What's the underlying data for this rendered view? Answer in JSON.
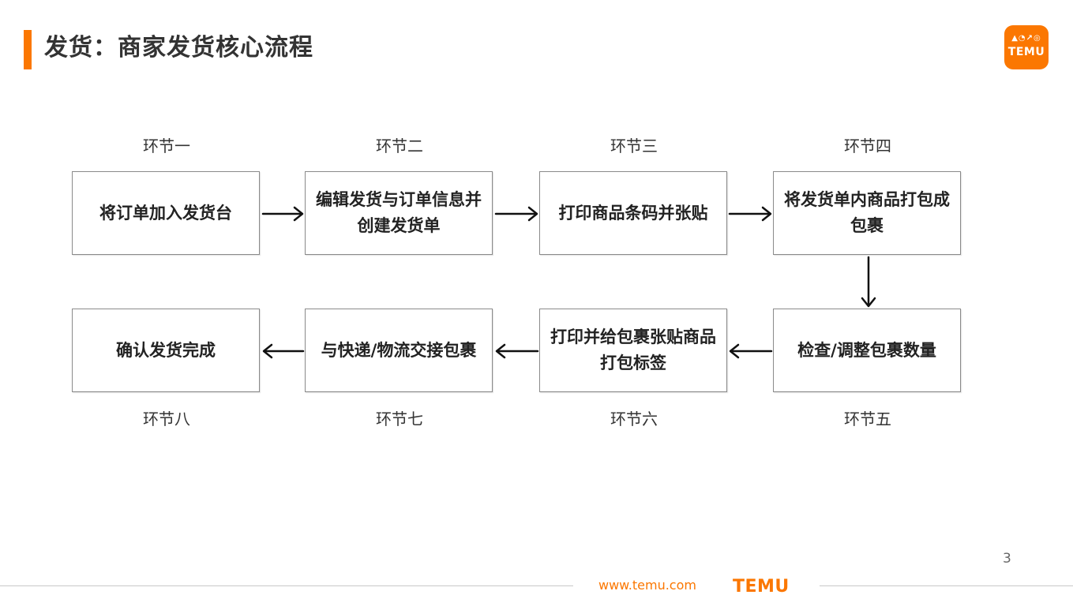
{
  "title": "发货：商家发货核心流程",
  "logo": {
    "icons": "▲◔↗◎",
    "text": "TEMU"
  },
  "stages": [
    {
      "label": "环节一",
      "text": "将订单加入发货台"
    },
    {
      "label": "环节二",
      "text": "编辑发货与订单信息并创建发货单"
    },
    {
      "label": "环节三",
      "text": "打印商品条码并张贴"
    },
    {
      "label": "环节四",
      "text": "将发货单内商品打包成包裹"
    },
    {
      "label": "环节五",
      "text": "检查/调整包裹数量"
    },
    {
      "label": "环节六",
      "text": "打印并给包裹张贴商品打包标签"
    },
    {
      "label": "环节七",
      "text": "与快递/物流交接包裹"
    },
    {
      "label": "环节八",
      "text": "确认发货完成"
    }
  ],
  "footer": {
    "page_number": "3",
    "url": "www.temu.com",
    "brand": "TEMU"
  },
  "colors": {
    "accent": "#fb7701",
    "box_border": "#8a8a8a",
    "text": "#333333"
  }
}
